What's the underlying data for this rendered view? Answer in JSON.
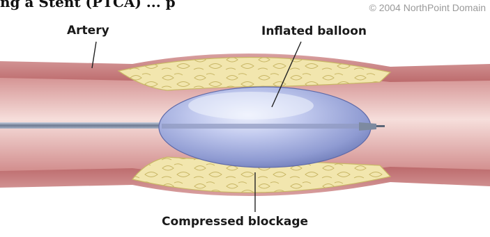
{
  "header": {
    "title_fragment": "ng a Stent (PTCA) ... p",
    "copyright": "© 2004 NorthPoint Domain"
  },
  "labels": {
    "artery": "Artery",
    "inflated_balloon": "Inflated balloon",
    "compressed_blockage": "Compressed blockage"
  },
  "colors": {
    "vessel_outer": "#c77a7a",
    "vessel_lumen": "#f1d2cf",
    "plaque": "#efe2a4",
    "plaque_edge": "#c9b766",
    "balloon": "#a9b4e0",
    "balloon_highlight": "#e7ebfb",
    "catheter": "#7d8aa0"
  }
}
